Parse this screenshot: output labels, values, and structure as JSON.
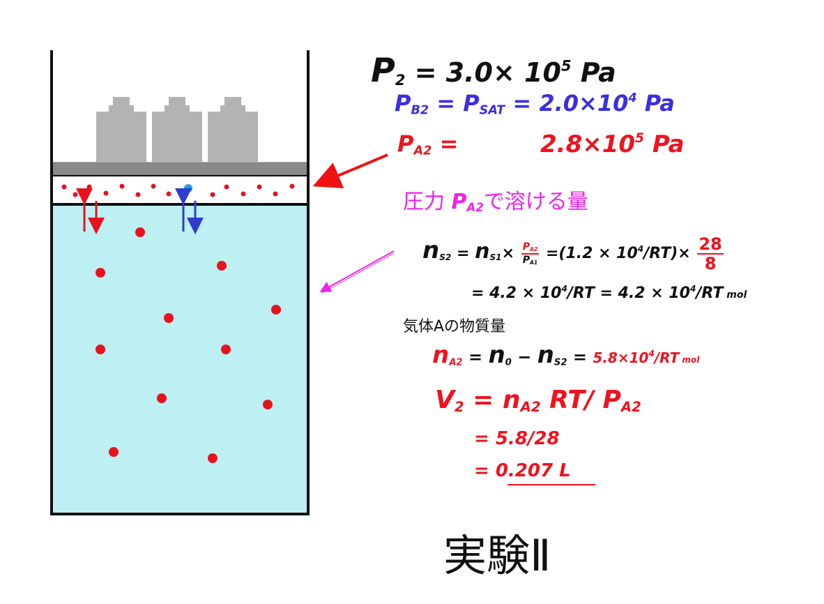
{
  "colors": {
    "liquid": "#bdf0f2",
    "wall": "#111111",
    "weight": "#b3b3b3",
    "piston": "#8a8a8a",
    "gasA": "#e8121e",
    "vapor": "#1da0e6",
    "red_text": "#f0121e",
    "blue_text": "#3a2fe0",
    "magenta_text": "#ee22ee",
    "red_arrow": "#f01010",
    "magenta_arrow": "#ee22ee",
    "down_arrow_red": "#e8121e",
    "up_arrow_blue": "#2f3ccf",
    "down_arrow_blue": "#2f3ccf"
  },
  "icons": [
    "weight-icon",
    "arrow-icon"
  ],
  "p2": {
    "sym": "P",
    "sub": "2",
    "eq": " = 3.0× 10",
    "exp": "5",
    "unit": "  Pa"
  },
  "pb2": {
    "sym1": "P",
    "sub1": "B2",
    "mid": " = ",
    "sym2": "P",
    "sub2": "SAT",
    "eq": " = 2.0×10",
    "exp": "4",
    "unit": " Pa"
  },
  "pa2": {
    "sym": "P",
    "sub": "A2",
    "eq": " = ",
    "val": "2.8×10",
    "exp": "5",
    "unit": "  Pa"
  },
  "dissolve_label": {
    "pre": "圧力 ",
    "sym": "P",
    "sub": "A2",
    "post": "で溶ける量"
  },
  "ns2": {
    "n1": "n",
    "s1": "S2",
    "eq1": " = ",
    "n2": "n",
    "s2": "S1",
    "times": "×",
    "frac_num_sym": "P",
    "frac_num_sub": "A2",
    "frac_den_sym": "P",
    "frac_den_sub": "A1",
    "eq2": "=(1.2 × 10",
    "exp": "4",
    "rest": "/RT)×",
    "frac2_num": "28",
    "frac2_den": "8"
  },
  "ns2_result": {
    "a": "= 4.2 × 10",
    "exp1": "4",
    "b": "/RT  = 4.2 × 10",
    "exp2": "4",
    "c": "/RT",
    "unit": " mol"
  },
  "gas_label": "気体Aの物質量",
  "na2": {
    "n1": "n",
    "s1": "A2",
    "eq": " = ",
    "n2": "n",
    "s2": "0",
    "minus": " − ",
    "n3": "n",
    "s3": "S2",
    "eq2": " = ",
    "val": "5.8×10",
    "exp": "4",
    "rest": "/RT",
    "unit": " mol"
  },
  "v2": {
    "sym": "V",
    "sub": "2",
    "eq": " = ",
    "n": "n",
    "nsub": "A2",
    "rt": " RT/ ",
    "p": "P",
    "psub": "A2"
  },
  "v2_step1": "=  5.8/28",
  "v2_step2_eq": "=  ",
  "v2_step2_val": "0.207 L",
  "title": "実験Ⅱ"
}
